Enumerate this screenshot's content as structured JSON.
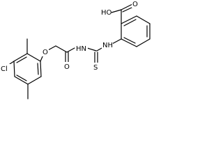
{
  "labels": {
    "carboxyl": "HO",
    "carboxyl_o": "O",
    "thiourea_nh_right": "NH",
    "thiourea_nh_left": "HN",
    "thiocarbonyl": "S",
    "amide_o": "O",
    "ether_o": "O",
    "chloro": "Cl"
  }
}
